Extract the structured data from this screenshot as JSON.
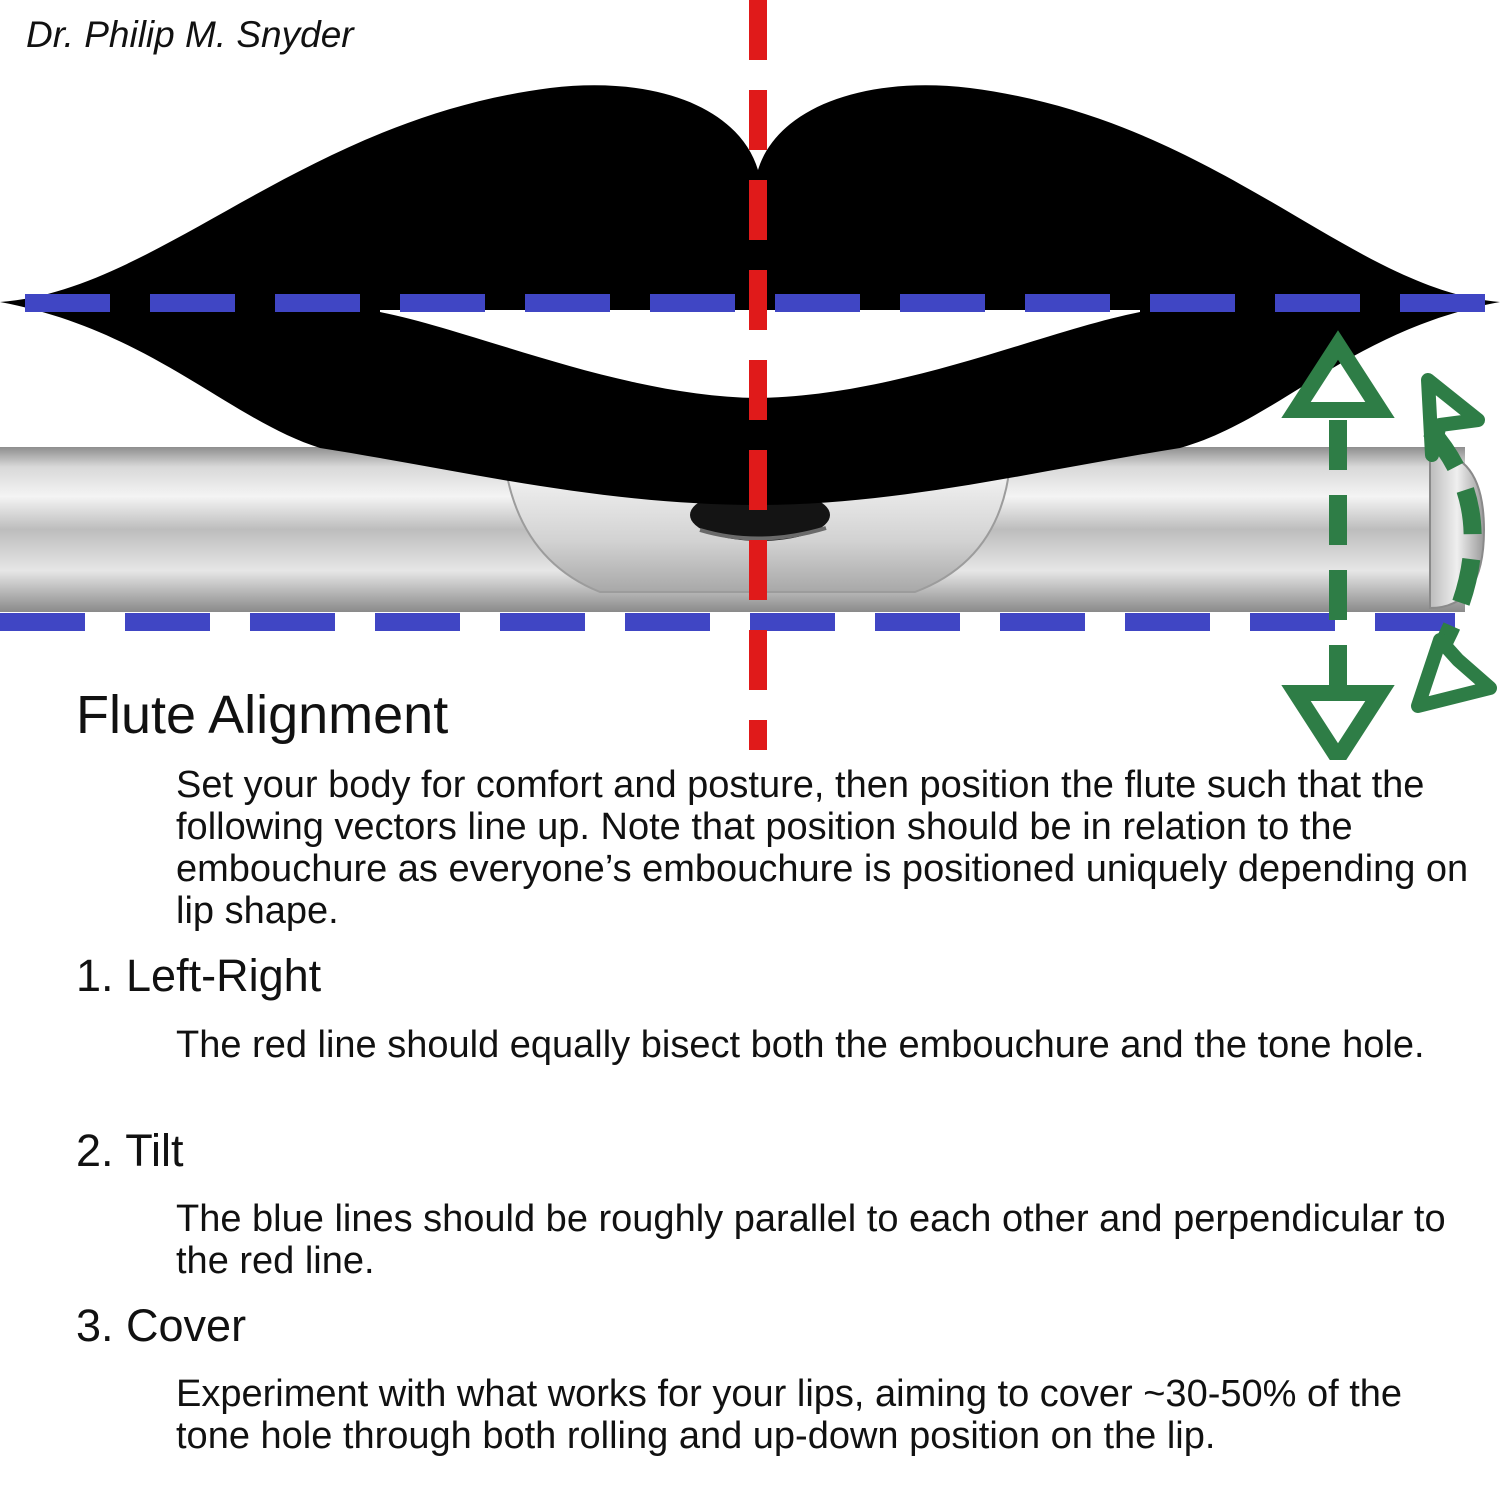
{
  "author": "Dr. Philip M. Snyder",
  "title": "Flute Alignment",
  "intro": "Set your body for comfort and posture, then position the flute such that the following vectors line up. Note that position should be in relation to the embouchure as everyone’s embouchure is positioned uniquely depending on lip shape.",
  "steps": [
    {
      "heading": "1. Left-Right",
      "text": "The red line should equally bisect both the embouchure and the tone hole."
    },
    {
      "heading": "2. Tilt",
      "text": "The blue lines should be roughly parallel to each other and perpendicular to the red line."
    },
    {
      "heading": "3. Cover",
      "text": "Experiment with what works for your lips, aiming to cover ~30-50% of the tone hole through both rolling and up-down position on the lip."
    }
  ],
  "colors": {
    "red_line": "#e01a1a",
    "blue_line": "#4046c4",
    "green_arrows": "#2e7d46",
    "lips": "#000000",
    "flute_silver": "#c8c8c8"
  }
}
